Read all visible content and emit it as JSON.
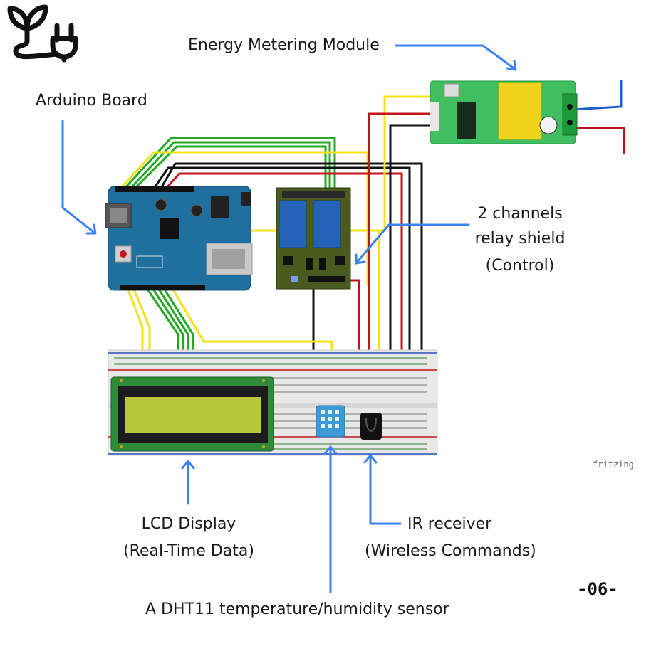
{
  "labels": {
    "energy_module": "Energy Metering Module",
    "arduino": "Arduino Board",
    "relay_line1": "2 channels",
    "relay_line2": "relay shield",
    "relay_line3": "(Control)",
    "lcd_line1": "LCD Display",
    "lcd_line2": "(Real-Time Data)",
    "ir_line1": "IR receiver",
    "ir_line2": "(Wireless Commands)",
    "dht": "A DHT11 temperature/humidity sensor"
  },
  "watermark": "fritzing",
  "page_number": "-06-",
  "icon": "plant-plug-icon",
  "colors": {
    "arrow": "#3b82f6",
    "board_blue": "#1f6f9f",
    "relay_board": "#4b5a1e",
    "relay_blue": "#2563b8",
    "meter_green": "#3fbf5f",
    "wire_green": "#22aa22",
    "wire_yellow": "#f5e11a",
    "wire_red": "#c0161b",
    "wire_black": "#111111",
    "lcd_screen": "#b7c63a",
    "dht_blue": "#3c9ad6"
  }
}
